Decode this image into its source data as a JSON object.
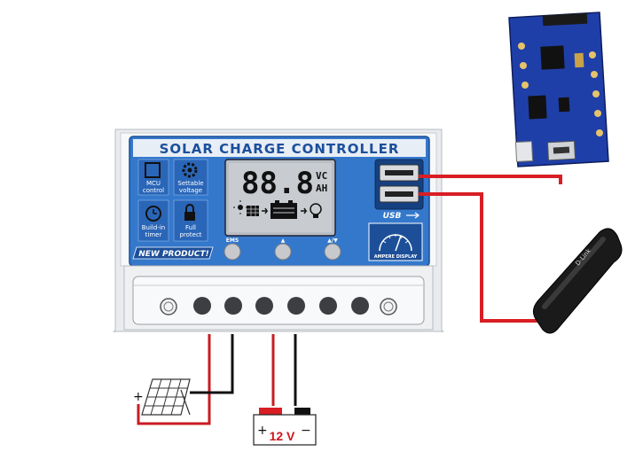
{
  "controller": {
    "title": "SOLAR CHARGE CONTROLLER",
    "lcd_digits": "88.8",
    "lcd_unit_top": "VC",
    "lcd_unit_bottom": "AH",
    "features": [
      {
        "label1": "MCU",
        "label2": "control",
        "icon": "chip-icon"
      },
      {
        "label1": "Settable",
        "label2": "voltage",
        "icon": "gear-icon"
      },
      {
        "label1": "Build-in",
        "label2": "timer",
        "icon": "clock-icon"
      },
      {
        "label1": "Full",
        "label2": "protect",
        "icon": "lock-icon"
      }
    ],
    "new_product": "NEW PRODUCT!",
    "button_labels": [
      "EMS",
      "▲",
      "▲/▼"
    ],
    "usb_label": "USB",
    "ampere_label": "AMPERE DISPLAY"
  },
  "battery": {
    "label": "12 V",
    "plus": "+",
    "minus": "−"
  },
  "solar_panel": {
    "plus": "+",
    "minus": "−"
  },
  "dongle": {
    "brand": "D-Link"
  },
  "colors": {
    "wire_red": "#d81e24",
    "wire_black": "#111111",
    "panel_blue": "#2e6fc4",
    "pcb_blue": "#1f3fa8",
    "controller_body": "#f2f3f5"
  }
}
